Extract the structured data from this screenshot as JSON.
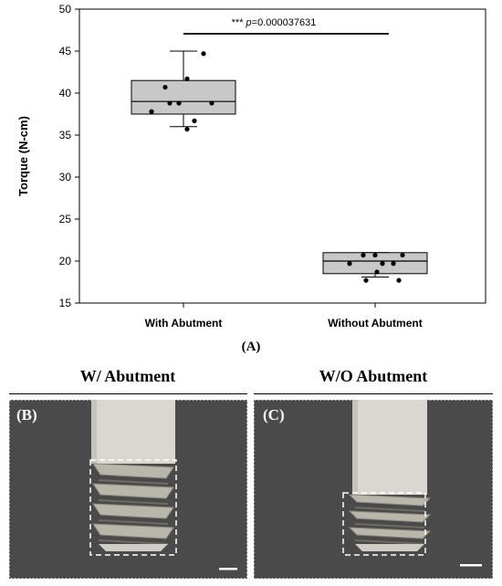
{
  "chart_data": {
    "type": "box",
    "categories": [
      "With Abutment",
      "Without Abutment"
    ],
    "ylabel": "Torque (N-cm)",
    "xlabel": "",
    "ylim": [
      15,
      50
    ],
    "yticks": [
      15,
      20,
      25,
      30,
      35,
      40,
      45,
      50
    ],
    "grid": false,
    "boxes": [
      {
        "category": "With Abutment",
        "whisker_low": 36,
        "q1": 37.5,
        "median": 39,
        "q3": 41.5,
        "whisker_high": 45,
        "points": [
          37.8,
          41.7,
          40.7,
          38.8,
          38.8,
          35.7,
          36.7,
          38.8,
          44.7
        ]
      },
      {
        "category": "Without Abutment",
        "whisker_low": 18.1,
        "q1": 18.5,
        "median": 20,
        "q3": 21,
        "whisker_high": 21,
        "points": [
          19.7,
          20.7,
          17.7,
          20.7,
          19.7,
          19.7,
          17.7,
          18.7,
          20.7
        ]
      }
    ],
    "annotation": {
      "stars": "***",
      "p_label": "p",
      "p_value": "=0.000037631"
    },
    "colors": {
      "box_fill": "#c8c8c8",
      "line": "#000000"
    }
  },
  "captions": {
    "a": "(A)",
    "b": "(B)",
    "c": "(C)",
    "title_b": "W/ Abutment",
    "title_c": "W/O Abutment"
  },
  "photos": {
    "background": "#4a4a4a",
    "implant_color": "#d9d7d0",
    "b_threads": 4,
    "c_threads": 3
  }
}
